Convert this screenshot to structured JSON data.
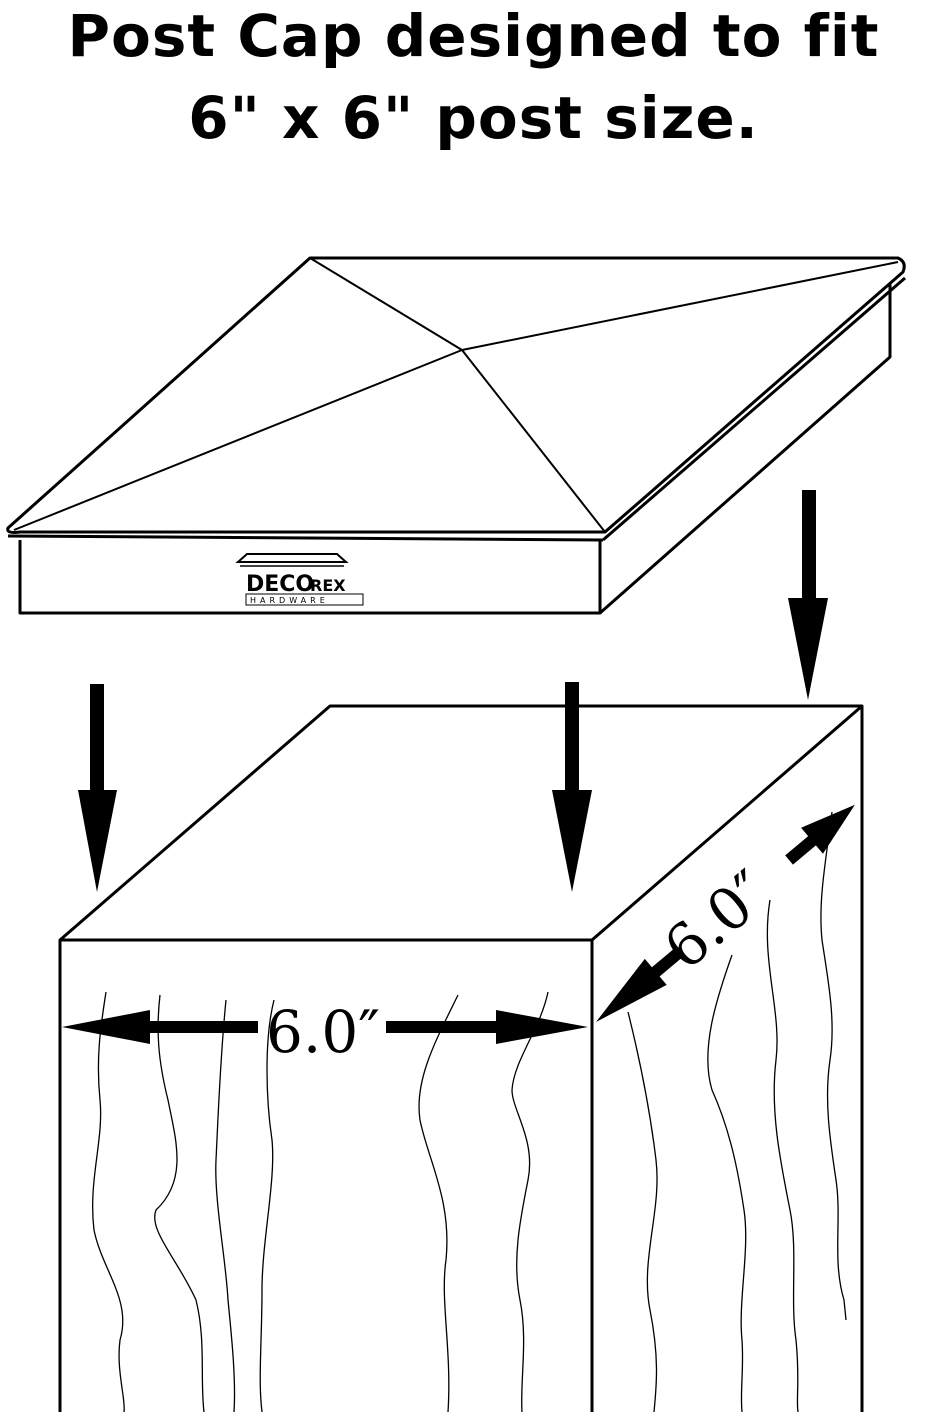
{
  "heading": {
    "line1": "Post Cap designed to fit",
    "line2": "6\" x 6\" post size."
  },
  "brand": {
    "name_part1": "DECO",
    "name_part2": "REX",
    "tagline": "HARDWARE"
  },
  "dimensions": {
    "front_width": "6.0″",
    "side_depth": "6.0″"
  },
  "colors": {
    "line": "#000000",
    "background": "#ffffff"
  }
}
